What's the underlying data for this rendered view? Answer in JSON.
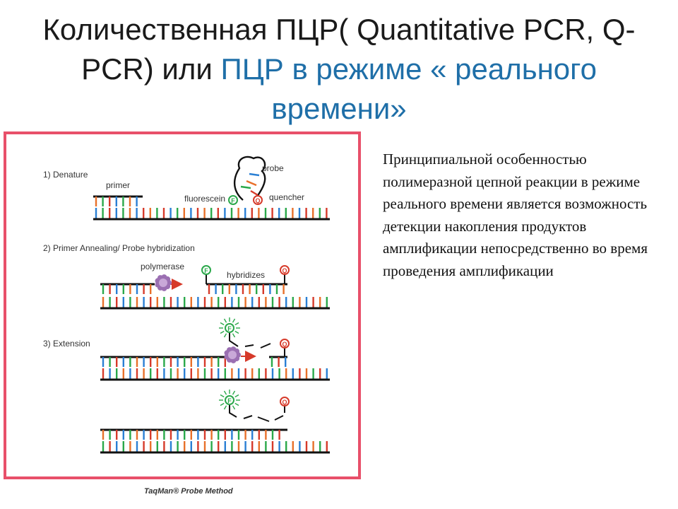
{
  "title": {
    "part1": "Количественная ПЦР( Quantitative PCR, Q-PCR) или",
    "part2": "ПЦР в режиме « реального времени»"
  },
  "colors": {
    "title_highlight": "#1f6fa8",
    "frame_border": "#e8506a",
    "strand": "#111111",
    "base_palette": [
      "#e8702a",
      "#2a7fd4",
      "#2aa84a",
      "#d63a2a"
    ],
    "fluorescein": "#2aa84a",
    "quencher": "#d63a2a",
    "polymerase": "#9b6fb2"
  },
  "diagram": {
    "step1_label": "1) Denature",
    "step2_label": "2) Primer Annealing/ Probe hybridization",
    "step3_label": "3) Extension",
    "primer_label": "primer",
    "probe_label": "probe",
    "fluorescein_label": "fluorescein",
    "quencher_label": "quencher",
    "polymerase_label": "polymerase",
    "hybridizes_label": "hybridizes",
    "fluor_marker": "F",
    "quencher_marker": "Q",
    "caption": "TaqMan® Probe Method"
  },
  "description": "Принципиальной особенностью полимеразной цепной реакции в режиме реального времени является возможность детекции накопления продуктов амплификации непосредственно во время проведения амплификации"
}
